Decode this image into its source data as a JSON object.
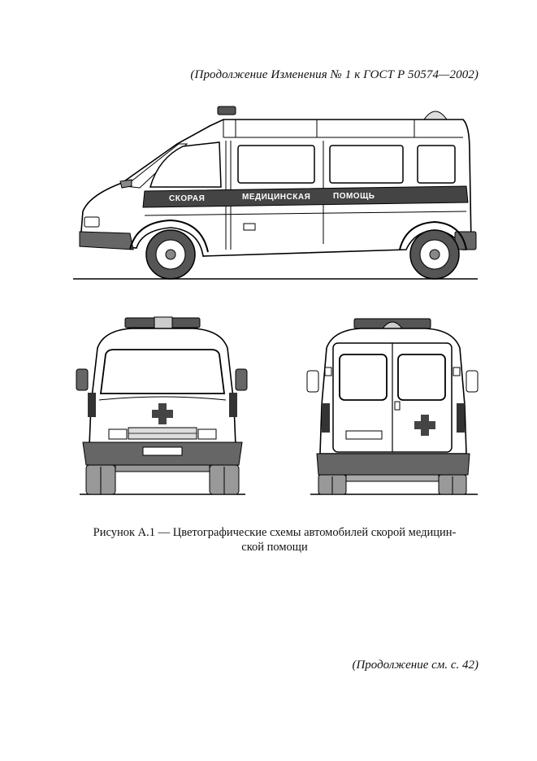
{
  "header": {
    "text": "(Продолжение Изменения № 1 к ГОСТ  Р 50574—2002)"
  },
  "figure": {
    "side_view": {
      "stripe_labels": [
        "СКОРАЯ",
        "МЕДИЦИНСКАЯ",
        "ПОМОЩЬ"
      ]
    },
    "caption_line1": "Рисунок А.1 — Цветографические схемы автомобилей скорой медицин-",
    "caption_line2": "ской помощи"
  },
  "footer": {
    "text": "(Продолжение см. с. 42)"
  }
}
